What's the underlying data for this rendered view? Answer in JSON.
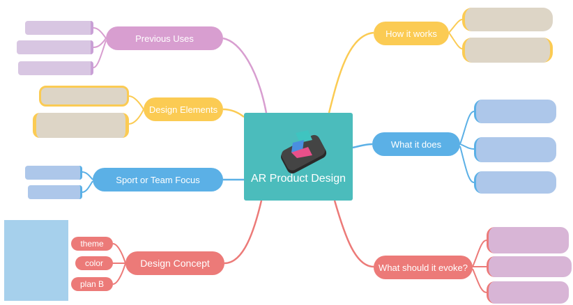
{
  "center": {
    "title": "AR Product Design"
  },
  "branches": {
    "previous_uses": "Previous Uses",
    "design_elements": "Design Elements",
    "sport_team_focus": "Sport or Team Focus",
    "design_concept": "Design Concept",
    "how_it_works": "How it works",
    "what_it_does": "What it does",
    "what_should_it_evoke": "What should it evoke?"
  },
  "concept_tags": [
    "theme",
    "color",
    "plan B"
  ],
  "colors": {
    "pink": "#d89ed0",
    "yellow": "#fbcb53",
    "blue": "#5bb0e6",
    "red": "#ec7a78",
    "teal": "#4bbcbc"
  }
}
